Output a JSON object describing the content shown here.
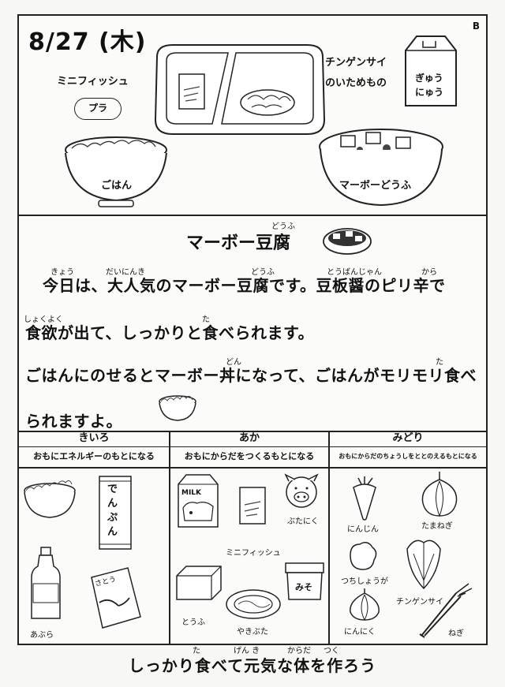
{
  "header": {
    "date": "8/27 (木)",
    "corner_mark": "B"
  },
  "menu": {
    "fish_label": "ミニフィッシュ",
    "fish_tag": "プラ",
    "side_label_line1": "チンゲンサイ",
    "side_label_line2": "のいためもの",
    "milk_line1": "ぎゅう",
    "milk_line2": "にゅう",
    "rice_label": "ごはん",
    "main_label": "マーボーどうふ"
  },
  "article": {
    "title": "マーボー豆腐",
    "title_ruby": "どうふ",
    "line1": "今日は、大人気のマーボー豆腐です。豆板醤のピリ辛で",
    "line2": "食欲が出て、しっかりと食べられます。",
    "line3": "ごはんにのせるとマーボー丼になって、ごはんがモリモリ食べ",
    "line4": "られますよ。",
    "ruby": {
      "kyou": "きょう",
      "dainninki": "だいにんき",
      "doufu": "どうふ",
      "toubanjan": "とうばんじゃん",
      "kara": "から",
      "shokuyoku": "しょくよく",
      "ta1": "た",
      "don": "どん",
      "ta2": "た"
    }
  },
  "groups": {
    "yellow": {
      "name": "きいろ",
      "desc": "おもにエネルギーのもとになる",
      "items": [
        "でんぷん",
        "あぶら",
        "さとう"
      ]
    },
    "red": {
      "name": "あか",
      "desc": "おもにからだをつくるもとになる",
      "items": [
        "MILK",
        "ミニフィッシュ",
        "ぶたにく",
        "とうふ",
        "やきぶた",
        "みそ"
      ]
    },
    "green": {
      "name": "みどり",
      "desc": "おもにからだのちょうしをととのえるもとになる",
      "items": [
        "にんじん",
        "たまねぎ",
        "つちしょうが",
        "チンゲンサイ",
        "にんにく",
        "ねぎ"
      ]
    }
  },
  "footer": {
    "slogan": "しっかり食べて元気な体を作ろう",
    "ruby_ta": "た",
    "ruby_genki": "げん き",
    "ruby_karada": "からだ",
    "ruby_tsuku": "つく"
  }
}
